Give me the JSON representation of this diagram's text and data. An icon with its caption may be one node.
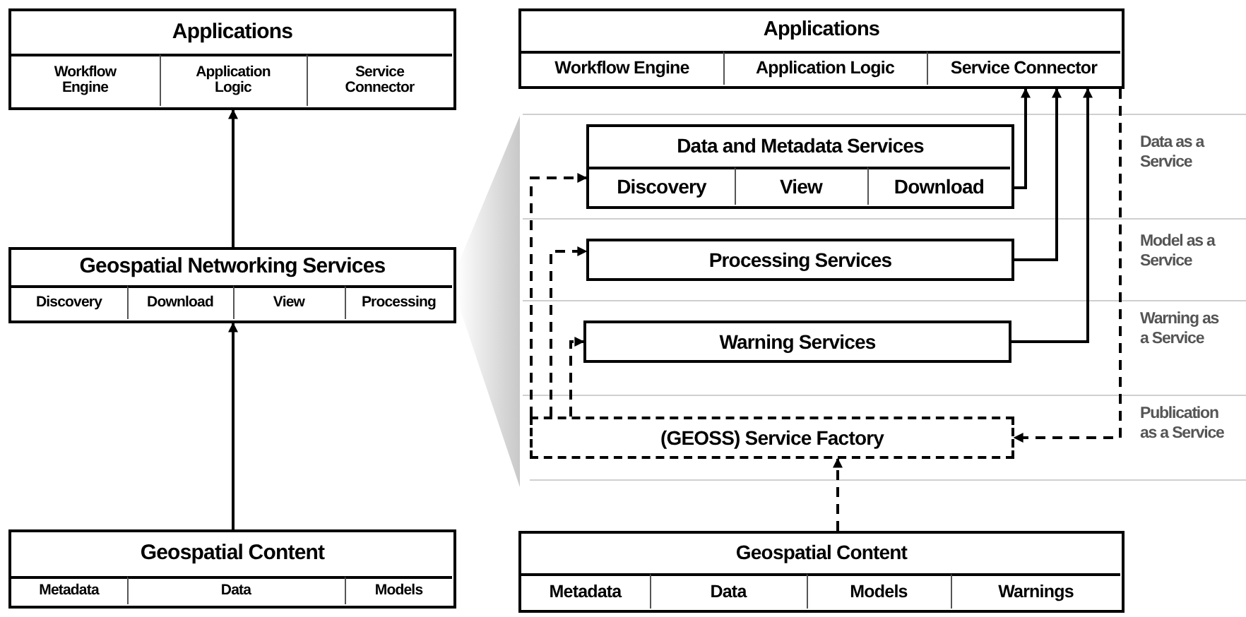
{
  "diagram": {
    "nodes": [
      {
        "text": [
          "Applications"
        ]
      },
      {
        "text": [
          "Workflow Engine"
        ],
        "in": 0
      },
      {
        "text": [
          "Application Logic"
        ],
        "in": 0
      },
      {
        "text": [
          "Service Connector"
        ],
        "in": 0
      },
      {
        "text": [
          "Geospatial Networking Services"
        ]
      },
      {
        "text": [
          "Discovery"
        ],
        "in": 4
      },
      {
        "text": [
          "Download"
        ],
        "in": 4
      },
      {
        "text": [
          "View"
        ],
        "in": 4
      },
      {
        "text": [
          "Processing"
        ],
        "in": 4
      },
      {
        "text": [
          "Geospatial Content"
        ]
      },
      {
        "text": [
          "Metadata"
        ],
        "in": 9
      },
      {
        "text": [
          "Data"
        ],
        "in": 9
      },
      {
        "text": [
          "Models"
        ],
        "in": 9
      },
      {
        "text": [
          "Applications"
        ]
      },
      {
        "text": [
          "Workflow Engine"
        ],
        "in": 13
      },
      {
        "text": [
          "Application Logic"
        ],
        "in": 13
      },
      {
        "text": [
          "Service Connector"
        ],
        "in": 13
      },
      {
        "text": [
          "Data and Metadata Services"
        ]
      },
      {
        "text": [
          "Discovery"
        ],
        "in": 17
      },
      {
        "text": [
          "View"
        ],
        "in": 17
      },
      {
        "text": [
          "Download"
        ],
        "in": 17
      },
      {
        "text": [
          "Processing Services"
        ]
      },
      {
        "text": [
          "Warning Services"
        ]
      },
      {
        "text": [
          "(GEOSS) Service Factory"
        ]
      },
      {
        "text": [
          "Geospatial Content"
        ]
      },
      {
        "text": [
          "Metadata"
        ],
        "in": 24
      },
      {
        "text": [
          "Data"
        ],
        "in": 24
      },
      {
        "text": [
          "Models"
        ],
        "in": 24
      },
      {
        "text": [
          "Warnings"
        ],
        "in": 24
      }
    ],
    "edges": [
      {
        "from": 9,
        "to": 4,
        "arrow": "to"
      },
      {
        "from": 4,
        "to": 0,
        "arrow": "to"
      },
      {
        "from": 20,
        "to": 16,
        "arrow": "to"
      },
      {
        "from": 21,
        "to": 16,
        "arrow": "to"
      },
      {
        "from": 22,
        "to": 16,
        "arrow": "to"
      },
      {
        "from": 13,
        "to": 23,
        "arrow": "to",
        "style": "dashed"
      },
      {
        "from": 23,
        "to": 17,
        "arrow": "to",
        "style": "dashed"
      },
      {
        "from": 23,
        "to": 21,
        "arrow": "to",
        "style": "dashed"
      },
      {
        "from": 23,
        "to": 22,
        "arrow": "to",
        "style": "dashed"
      },
      {
        "from": 24,
        "to": 23,
        "arrow": "to",
        "style": "dashed"
      }
    ],
    "labels": [
      "Data as a Service",
      "Model as a Service",
      "Warning as a Service",
      "Publication as a Service"
    ]
  }
}
